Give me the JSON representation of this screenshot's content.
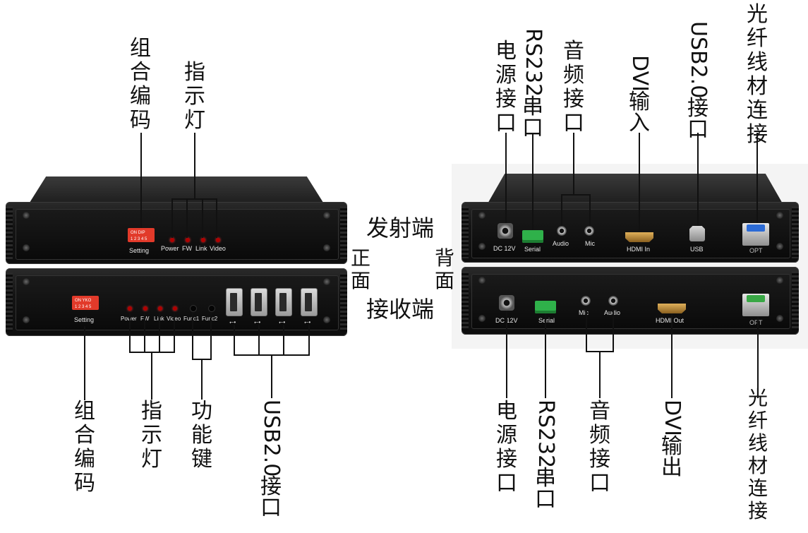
{
  "side_labels": {
    "front": [
      "正",
      "面"
    ],
    "back": [
      "背",
      "面"
    ],
    "transmitter": "发射端",
    "receiver": "接收端"
  },
  "callouts_top_left": {
    "dip": "组合编码",
    "indicator": "指示灯"
  },
  "callouts_bottom_left": {
    "dip": "组合编码",
    "indicator": "指示灯",
    "function_keys": "功能键",
    "usb": {
      "latin": "USB2.0",
      "cjk": "接口"
    }
  },
  "callouts_top_right": {
    "power": "电源接口",
    "rs232": {
      "latin": "RS232",
      "cjk": "串口"
    },
    "audio": "音频接口",
    "dvi": {
      "latin": "DVI",
      "cjk": "输入"
    },
    "usb": {
      "latin": "USB2.0",
      "cjk": "接口"
    },
    "fiber": "光纤线材连接"
  },
  "callouts_bottom_right": {
    "power": "电源接口",
    "rs232": {
      "latin": "RS232",
      "cjk": "串口"
    },
    "audio": "音频接口",
    "dvi": {
      "latin": "DVI",
      "cjk": "输出"
    },
    "fiber": "光纤线材连接"
  },
  "tx_front": {
    "dip_label": "Setting",
    "dip_top": "ON  DIP",
    "dip_numbers": "1 2 3 4 5",
    "leds": [
      "Power",
      "FW",
      "Link",
      "Video"
    ]
  },
  "rx_front": {
    "dip_label": "Setting",
    "dip_top": "ON  YKO",
    "dip_numbers": "1 2 3 4 5",
    "leds": [
      "Power",
      "FW",
      "Link",
      "Video"
    ],
    "buttons": [
      "Func1",
      "Func2"
    ]
  },
  "tx_back": {
    "dc": "DC 12V",
    "serial": "Serial",
    "audio": "Audio",
    "mic": "Mic",
    "hdmi": "HDMI In",
    "usb": "USB",
    "opt": "OPT"
  },
  "rx_back": {
    "dc": "DC 12V",
    "serial": "Serial",
    "mic": "Mic",
    "audio": "Audio",
    "hdmi": "HDMI Out",
    "opt": "OPT"
  },
  "colors": {
    "led": "#b00000",
    "dip": "#e23a2a",
    "terminal": "#2fb14a",
    "sfp_tx_lever": "#2c6bd6",
    "sfp_rx_lever": "#39a845"
  }
}
